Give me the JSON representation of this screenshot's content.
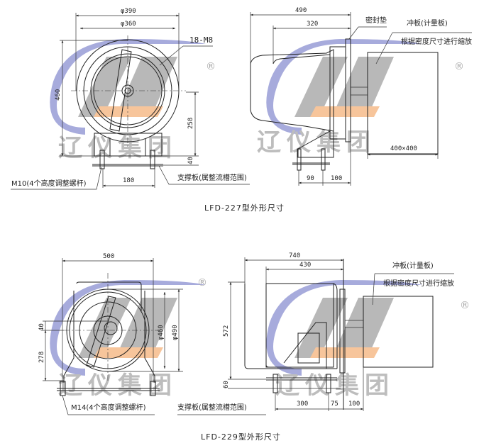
{
  "watermark": {
    "brand_text": "辽仪集团",
    "registered_mark": "®",
    "colors": {
      "arc": "#8a8fd0",
      "gray": "#9a9a9a",
      "orange": "#f5b27a"
    }
  },
  "lfd227": {
    "title": "LFD-227型外形尺寸",
    "front": {
      "dia_outer": "φ390",
      "dia_inner": "φ360",
      "bolts": "18-M8",
      "height": "460",
      "center_height": "258",
      "base_height": "40",
      "foot_span": "180",
      "bolt_label": "M10(4个高度调整螺杆)",
      "support_label": "支撑板(属整流槽范围)"
    },
    "side": {
      "total_length": "490",
      "body_length": "320",
      "gasket_label": "密封垫",
      "plate_label": "冲板(计量板)",
      "scale_note": "根据密度尺寸进行缩放",
      "plate_size": "400×400",
      "foot_span": "90",
      "offset": "100"
    }
  },
  "lfd229": {
    "title": "LFD-229型外形尺寸",
    "front": {
      "width": "500",
      "dia_inner": "φ460",
      "dia_outer": "φ490",
      "offset": "40",
      "center_height": "278",
      "bolt_label": "M14(4个高度调整螺杆)",
      "support_label": "支撑板(属整流槽范围)"
    },
    "side": {
      "total_length": "740",
      "body_length": "430",
      "height": "572",
      "base_height": "60",
      "foot_span": "300",
      "offset1": "75",
      "offset2": "100",
      "plate_label": "冲板(计量板)",
      "scale_note": "根据密度尺寸进行缩放"
    }
  }
}
